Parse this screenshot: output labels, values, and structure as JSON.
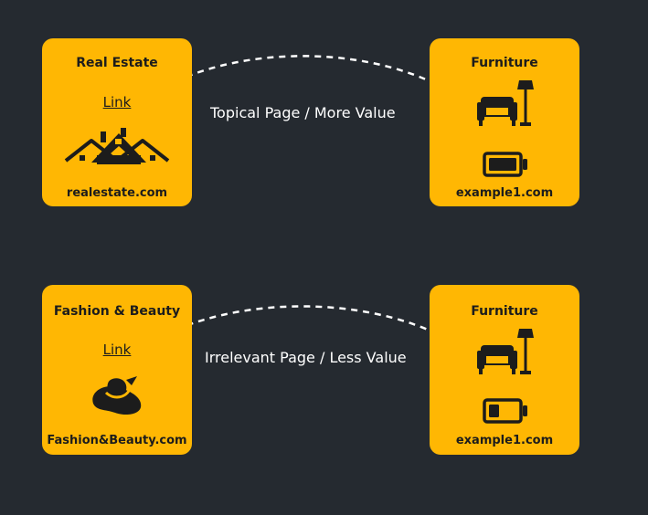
{
  "rows": [
    {
      "source": {
        "title": "Real Estate",
        "link": "Link",
        "domain": "realestate.com",
        "icon": "houses-icon"
      },
      "label": "Topical Page / More Value",
      "target": {
        "title": "Furniture",
        "domain": "example1.com",
        "icons": [
          "armchair-lamp-icon",
          "battery-full-icon"
        ]
      }
    },
    {
      "source": {
        "title": "Fashion & Beauty",
        "link": "Link",
        "domain": "Fashion&Beauty.com",
        "icon": "sun-hat-icon"
      },
      "label": "Irrelevant Page / Less Value",
      "target": {
        "title": "Furniture",
        "domain": "example1.com",
        "icons": [
          "armchair-lamp-icon",
          "battery-low-icon"
        ]
      }
    }
  ],
  "colors": {
    "background": "#252a30",
    "card": "#ffb703",
    "ink": "#1c1c1c",
    "arrow": "#ffffff"
  }
}
